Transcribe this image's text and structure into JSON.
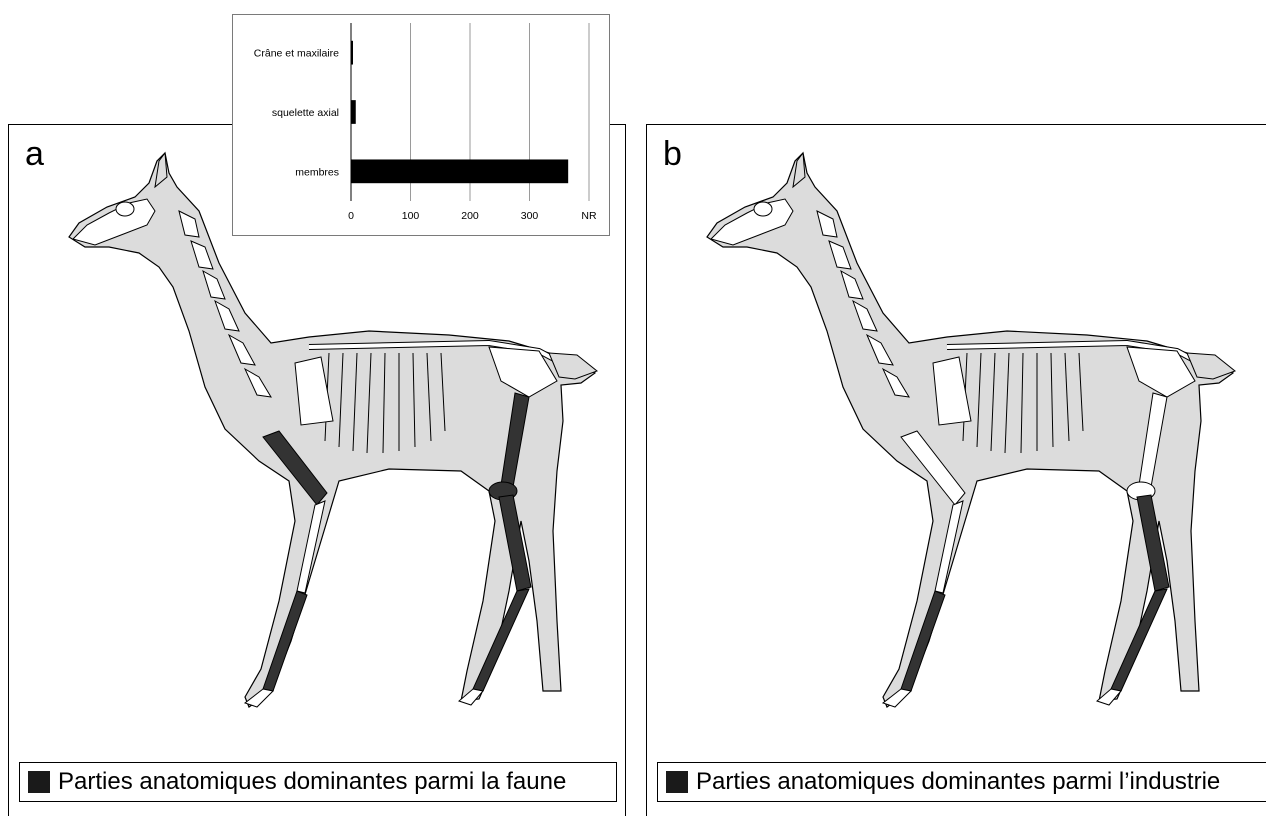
{
  "panels": [
    {
      "letter": "a",
      "legend": "Parties anatomiques dominantes parmi la faune"
    },
    {
      "letter": "b",
      "legend": "Parties anatomiques dominantes parmi l’industrie"
    }
  ],
  "colors": {
    "body_fill": "#dcdcdc",
    "bone_fill": "#ffffff",
    "highlight_fill": "#333333",
    "outline": "#000000"
  },
  "chart_data": {
    "type": "bar",
    "orientation": "horizontal",
    "categories": [
      "Crâne et maxilaire",
      "squelette axial",
      "membres"
    ],
    "values": [
      3,
      8,
      365
    ],
    "xlabel": "NR",
    "xticks": [
      "0",
      "100",
      "200",
      "300"
    ],
    "xlim": [
      0,
      400
    ],
    "grid": true
  }
}
